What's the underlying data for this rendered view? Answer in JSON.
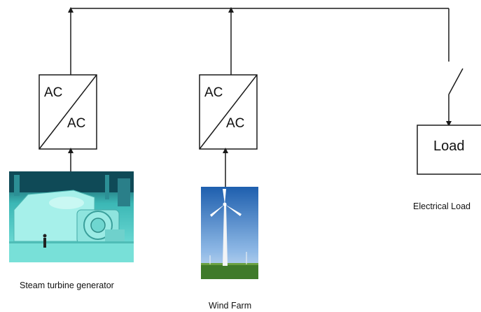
{
  "converters": [
    {
      "input": "AC",
      "output": "AC"
    },
    {
      "input": "AC",
      "output": "AC"
    }
  ],
  "load": {
    "label": "Load",
    "caption": "Electrical Load"
  },
  "sources": {
    "steam": {
      "caption": "Steam turbine generator"
    },
    "wind": {
      "caption": "Wind Farm"
    }
  },
  "colors": {
    "line": "#1a1a1a",
    "steam_hall": "#5fd3cf",
    "sky": "#2f6fb8",
    "field": "#3f7a2a"
  }
}
